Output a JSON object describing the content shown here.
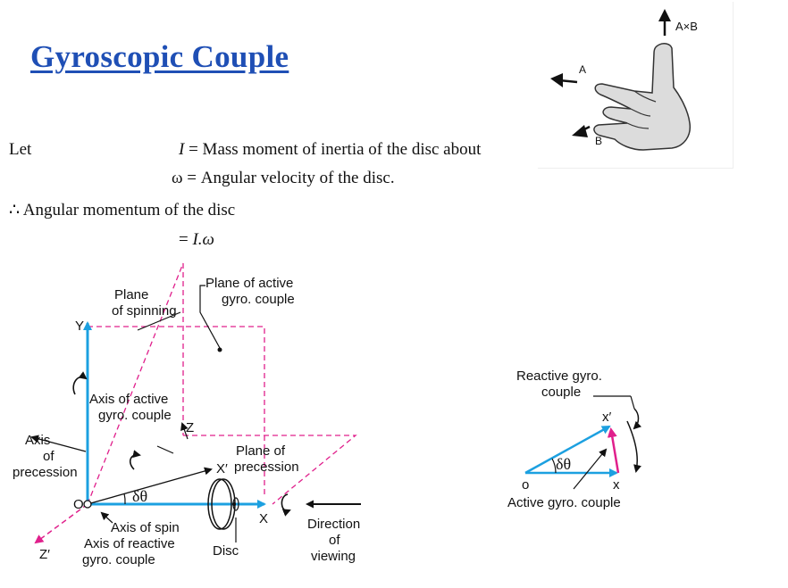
{
  "title": "Gyroscopic Couple",
  "equations": {
    "let_label": "Let",
    "line1_sym": "I",
    "line1_rest": " = Mass moment of inertia of the disc about",
    "line2": "ω = Angular velocity of the disc.",
    "line3": "∴  Angular momentum of the disc",
    "line4_eq": "= ",
    "line4_val": "I.ω"
  },
  "hand": {
    "label_axb": "A×B",
    "label_a": "A",
    "label_b": "B"
  },
  "diagram": {
    "plane_spinning_1": "Plane",
    "plane_spinning_2": "of spinning",
    "plane_active_1": "Plane of active",
    "plane_active_2": "gyro. couple",
    "y_label": "Y",
    "z_label": "Z",
    "z_prime_label": "Z′",
    "o_label": "O",
    "x_label": "X",
    "x_prime_label": "X′",
    "axis_active_1": "Axis of active",
    "axis_active_2": "gyro. couple",
    "axis_prec_1": "Axis",
    "axis_prec_2": "of",
    "axis_prec_3": "precession",
    "plane_prec_1": "Plane of",
    "plane_prec_2": "precession",
    "delta_theta": "δθ",
    "axis_spin": "Axis of spin",
    "axis_reactive_1": "Axis of reactive",
    "axis_reactive_2": "gyro. couple",
    "disc": "Disc",
    "direction_1": "Direction",
    "direction_2": "of",
    "direction_3": "viewing"
  },
  "triangle": {
    "reactive_1": "Reactive gyro.",
    "reactive_2": "couple",
    "x_prime": "x′",
    "delta_theta": "δθ",
    "o": "o",
    "x": "x",
    "active": "Active gyro. couple"
  },
  "colors": {
    "title": "#1f4fb5",
    "axis_blue": "#1ca0e0",
    "dashed_magenta": "#e0208c",
    "hand_fill": "#d8d8d8"
  }
}
